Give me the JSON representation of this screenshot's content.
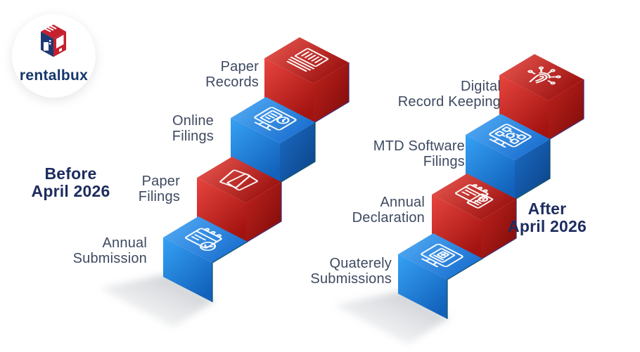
{
  "logo": {
    "brand": "rentalbux"
  },
  "before": {
    "header": "Before\nApril 2026",
    "steps": [
      {
        "label": "Paper\nRecords",
        "icon": "paper-records-icon",
        "color": "red"
      },
      {
        "label": "Online\nFilings",
        "icon": "online-filings-icon",
        "color": "blue"
      },
      {
        "label": "Paper\nFilings",
        "icon": "paper-filings-icon",
        "color": "red"
      },
      {
        "label": "Annual\nSubmission",
        "icon": "annual-submission-icon",
        "color": "blue"
      }
    ]
  },
  "after": {
    "header": "After\nApril 2026",
    "steps": [
      {
        "label": "Digital\nRecord Keeping",
        "icon": "digital-record-keeping-icon",
        "color": "red"
      },
      {
        "label": "MTD Software\nFilings",
        "icon": "mtd-software-filings-icon",
        "color": "blue"
      },
      {
        "label": "Annual\nDeclaration",
        "icon": "annual-declaration-icon",
        "color": "red"
      },
      {
        "label": "Quaterely\nSubmissions",
        "icon": "quarterly-submissions-icon",
        "color": "blue"
      }
    ]
  },
  "colors": {
    "red": "#d63430",
    "blue": "#2e9bf2",
    "heading": "#1d2c5f",
    "label": "#3e4a61"
  }
}
